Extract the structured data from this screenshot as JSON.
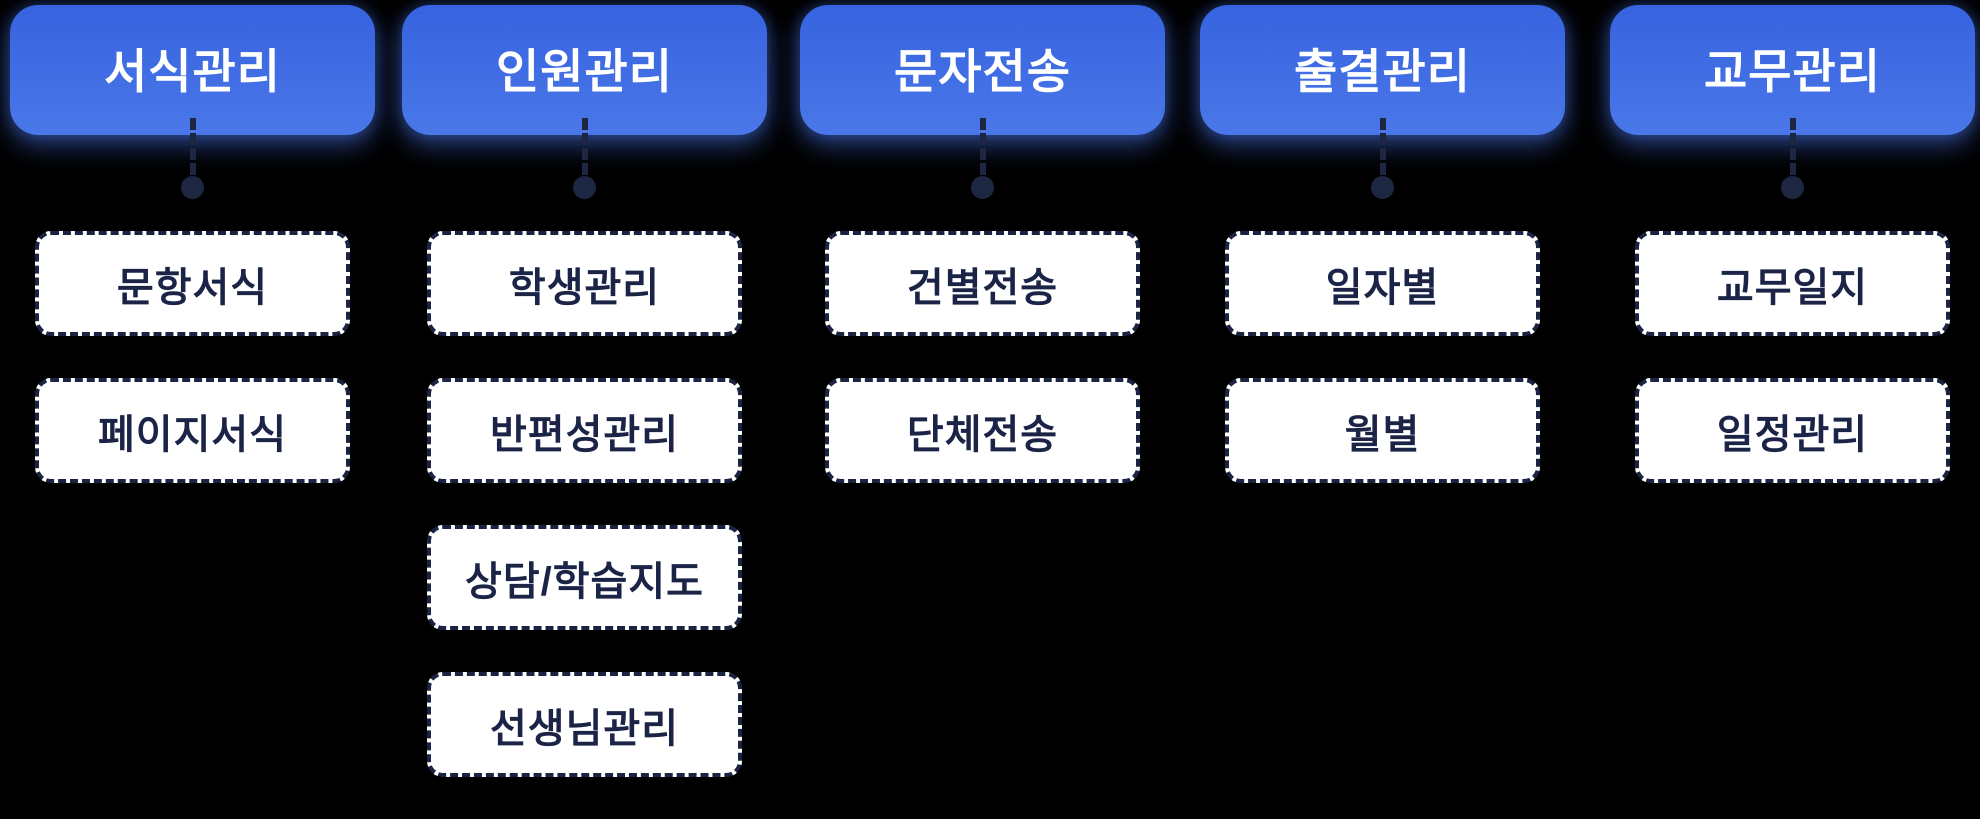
{
  "diagram": {
    "type": "menu-structure",
    "colors": {
      "background": "#000000",
      "header_blue_top": "#3663DF",
      "header_blue_bottom": "#4A77E8",
      "header_text": "#FFFFFF",
      "navy_border": "#1A2342",
      "item_text": "#1B2447",
      "item_background": "#FFFFFF",
      "connector": "#1E2742"
    },
    "connector": {
      "line_style": "dashed",
      "endpoint_icon": "filled-circle-dot"
    },
    "columns": [
      {
        "header": "서식관리",
        "items": [
          "문항서식",
          "페이지서식"
        ]
      },
      {
        "header": "인원관리",
        "items": [
          "학생관리",
          "반편성관리",
          "상담/학습지도",
          "선생님관리"
        ]
      },
      {
        "header": "문자전송",
        "items": [
          "건별전송",
          "단체전송"
        ]
      },
      {
        "header": "출결관리",
        "items": [
          "일자별",
          "월별"
        ]
      },
      {
        "header": "교무관리",
        "items": [
          "교무일지",
          "일정관리"
        ]
      }
    ]
  }
}
